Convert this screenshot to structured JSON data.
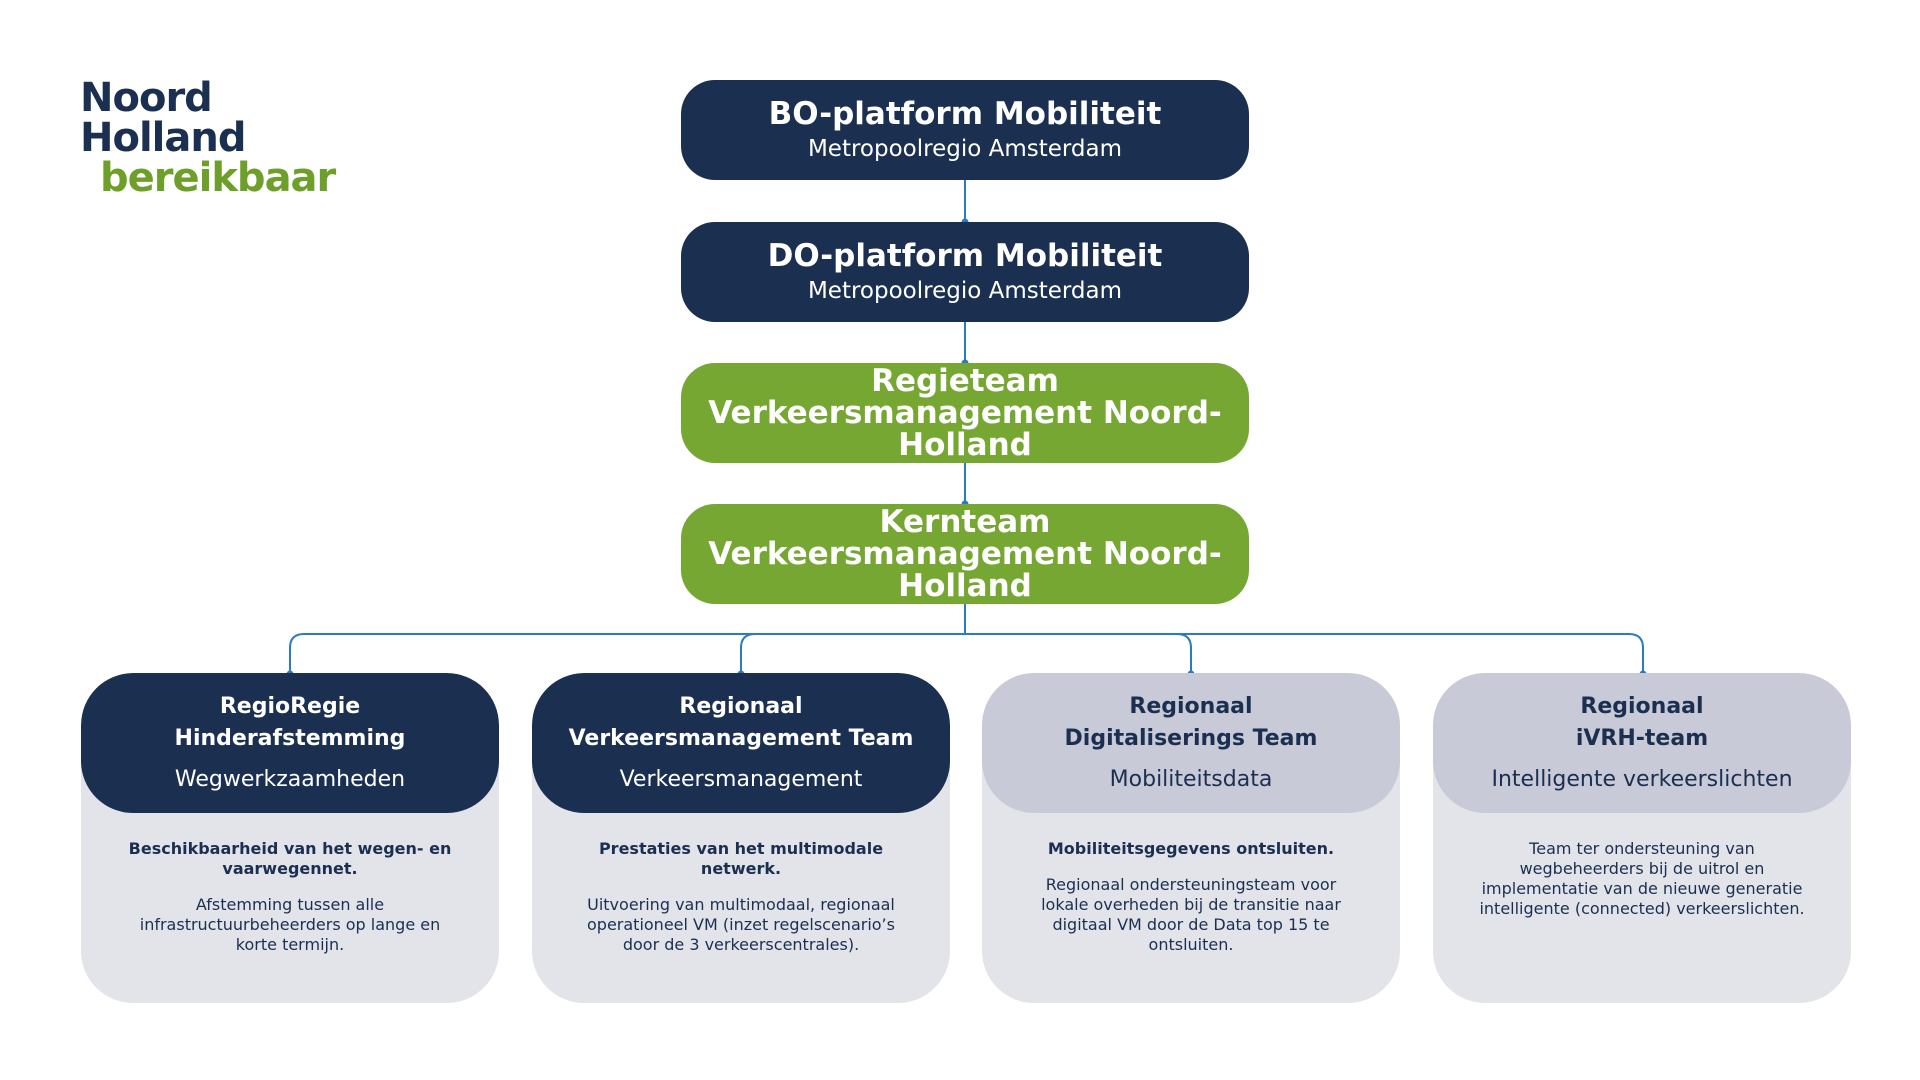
{
  "logo": {
    "line1": "Noord",
    "line2": "Holland",
    "line3": "bereikbaar"
  },
  "top_boxes": [
    {
      "title": "BO-platform Mobiliteit",
      "subtitle": "Metropoolregio Amsterdam",
      "color": "#1b2f51"
    },
    {
      "title": "DO-platform Mobiliteit",
      "subtitle": "Metropoolregio Amsterdam",
      "color": "#1b2f51"
    },
    {
      "title": "Regieteam Verkeersmanagement Noord-Holland",
      "subtitle": "",
      "color": "#76a733"
    },
    {
      "title": "Kernteam Verkeersmanagement Noord-Holland",
      "subtitle": "",
      "color": "#76a733"
    }
  ],
  "teams": [
    {
      "title_line1": "RegioRegie",
      "title_line2": "Hinderafstemming",
      "subtitle": "Wegwerkzaamheden",
      "bold_text": "Beschikbaarheid van het wegen- en vaarwegennet.",
      "text": "Afstemming tussen alle infrastructuurbeheerders op lange en korte termijn."
    },
    {
      "title_line1": "Regionaal",
      "title_line2": "Verkeersmanagement Team",
      "subtitle": "Verkeersmanagement",
      "bold_text": "Prestaties van het multimodale netwerk.",
      "text": "Uitvoering van multimodaal, regionaal operationeel VM (inzet regelscenario’s door de 3 verkeerscentrales)."
    },
    {
      "title_line1": "Regionaal",
      "title_line2": "Digitaliserings Team",
      "subtitle": "Mobiliteitsdata",
      "bold_text": "Mobiliteitsgegevens ontsluiten.",
      "text": "Regionaal ondersteuningsteam voor lokale overheden bij de transitie naar digitaal VM door de Data top 15 te ontsluiten."
    },
    {
      "title_line1": "Regionaal",
      "title_line2": "iVRH-team",
      "subtitle": "Intelligente verkeerslichten",
      "bold_text": "",
      "text": "Team ter ondersteuning van wegbeheerders bij de uitrol en implementatie van de nieuwe generatie intelligente (connected) verkeerslichten."
    }
  ],
  "colors": {
    "navy": "#1b2f51",
    "green": "#76a733",
    "connector": "#2a7bbf",
    "card_bg": "#e3e4ea",
    "card_head_grey": "#c9cad8"
  }
}
